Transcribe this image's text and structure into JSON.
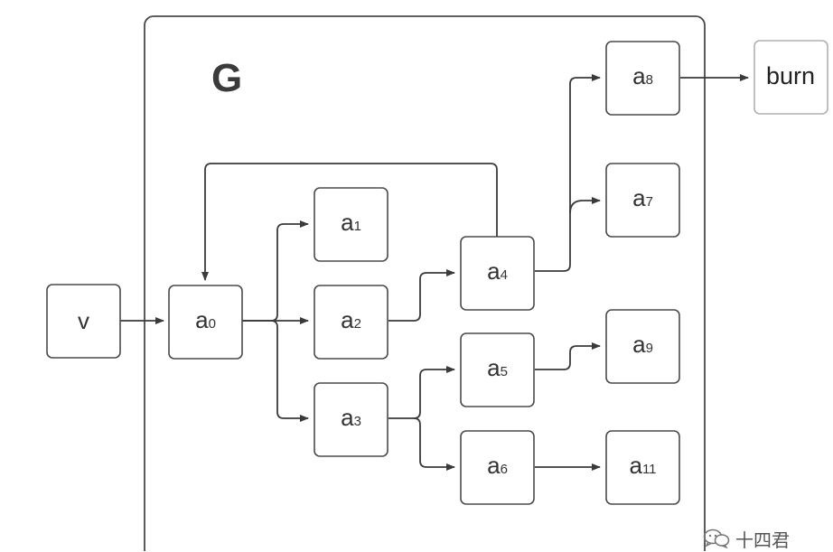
{
  "diagram": {
    "group_title": "G",
    "nodes": {
      "v": {
        "base": "v",
        "sub": ""
      },
      "a0": {
        "base": "a",
        "sub": "0"
      },
      "a1": {
        "base": "a",
        "sub": "1"
      },
      "a2": {
        "base": "a",
        "sub": "2"
      },
      "a3": {
        "base": "a",
        "sub": "3"
      },
      "a4": {
        "base": "a",
        "sub": "4"
      },
      "a5": {
        "base": "a",
        "sub": "5"
      },
      "a6": {
        "base": "a",
        "sub": "6"
      },
      "a7": {
        "base": "a",
        "sub": "7"
      },
      "a8": {
        "base": "a",
        "sub": "8"
      },
      "a9": {
        "base": "a",
        "sub": "9"
      },
      "a11": {
        "base": "a",
        "sub": "11"
      },
      "burn": {
        "base": "burn",
        "sub": ""
      }
    },
    "edges": [
      {
        "from": "v",
        "to": "a0"
      },
      {
        "from": "a0",
        "to": "a1"
      },
      {
        "from": "a0",
        "to": "a2"
      },
      {
        "from": "a0",
        "to": "a3"
      },
      {
        "from": "a2",
        "to": "a4"
      },
      {
        "from": "a3",
        "to": "a5"
      },
      {
        "from": "a3",
        "to": "a6"
      },
      {
        "from": "a4",
        "to": "a7"
      },
      {
        "from": "a4",
        "to": "a8"
      },
      {
        "from": "a4",
        "to": "a0"
      },
      {
        "from": "a5",
        "to": "a9"
      },
      {
        "from": "a6",
        "to": "a11"
      },
      {
        "from": "a8",
        "to": "burn"
      }
    ]
  },
  "watermark": {
    "text": "十四君",
    "icon": "wechat-logo-icon"
  }
}
